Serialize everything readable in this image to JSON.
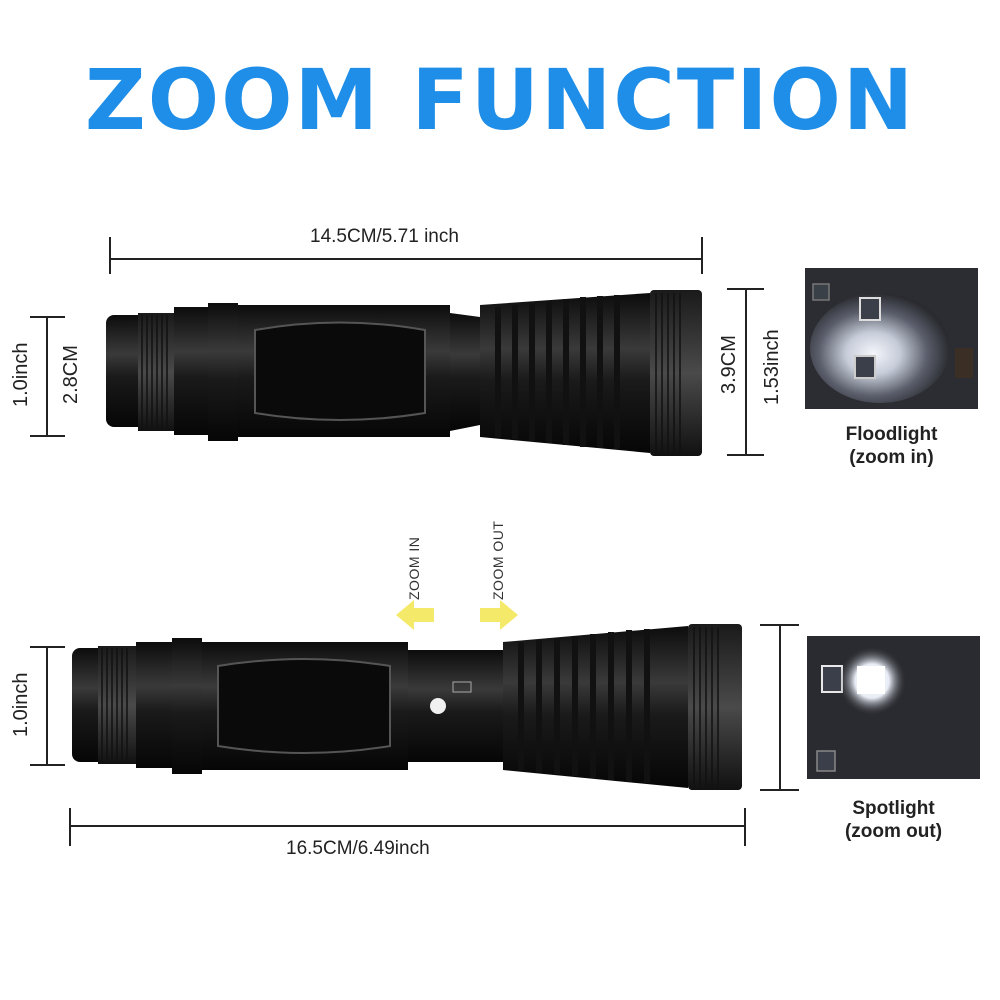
{
  "title": "ZOOM FUNCTION",
  "top_flashlight": {
    "length_label": "14.5CM/5.71 inch",
    "tail_diameter_inch": "1.0inch",
    "tail_diameter_cm": "2.8CM",
    "head_diameter_cm": "3.9CM",
    "head_diameter_inch": "1.53inch"
  },
  "bottom_flashlight": {
    "length_label": "16.5CM/6.49inch",
    "tail_diameter_inch": "1.0inch",
    "zoom_in_label": "ZOOM IN",
    "zoom_out_label": "ZOOM OUT"
  },
  "floodlight": {
    "line1": "Floodlight",
    "line2": "(zoom in)"
  },
  "spotlight": {
    "line1": "Spotlight",
    "line2": "(zoom out)"
  },
  "colors": {
    "title": "#1e8ee8",
    "arrow": "#f5e96a",
    "body": "#1b1b1b"
  }
}
